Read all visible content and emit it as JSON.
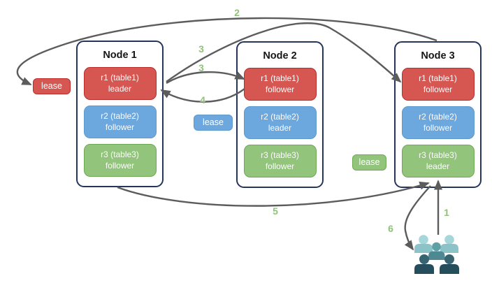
{
  "diagram": {
    "nodes": [
      {
        "title": "Node 1",
        "replicas": [
          {
            "name": "r1 (table1)",
            "role": "leader",
            "color": "red"
          },
          {
            "name": "r2 (table2)",
            "role": "follower",
            "color": "blue"
          },
          {
            "name": "r3 (table3)",
            "role": "follower",
            "color": "green"
          }
        ]
      },
      {
        "title": "Node 2",
        "replicas": [
          {
            "name": "r1 (table1)",
            "role": "follower",
            "color": "red"
          },
          {
            "name": "r2 (table2)",
            "role": "leader",
            "color": "blue"
          },
          {
            "name": "r3 (table3)",
            "role": "follower",
            "color": "green"
          }
        ]
      },
      {
        "title": "Node 3",
        "replicas": [
          {
            "name": "r1 (table1)",
            "role": "follower",
            "color": "red"
          },
          {
            "name": "r2 (table2)",
            "role": "follower",
            "color": "blue"
          },
          {
            "name": "r3 (table3)",
            "role": "leader",
            "color": "green"
          }
        ]
      }
    ],
    "leases": [
      {
        "label": "lease",
        "color": "red"
      },
      {
        "label": "lease",
        "color": "blue"
      },
      {
        "label": "lease",
        "color": "green"
      }
    ],
    "arrow_labels": {
      "step1": "1",
      "step2": "2",
      "step3a": "3",
      "step3b": "3",
      "step4": "4",
      "step5": "5",
      "step6": "6"
    },
    "arrows": [
      {
        "label": "1",
        "from": "clients",
        "to": "node3-r3-leader"
      },
      {
        "label": "2",
        "from": "node3",
        "to": "lease-red"
      },
      {
        "label": "3",
        "from": "node1-r1-leader",
        "to": "node2-r1-follower"
      },
      {
        "label": "3",
        "from": "node1-r1-leader",
        "to": "node3-r1-follower"
      },
      {
        "label": "4",
        "from": "node2-r1-follower",
        "to": "node1-r1-leader"
      },
      {
        "label": "5",
        "from": "node1",
        "to": "node3-r3-leader"
      },
      {
        "label": "6",
        "from": "node3-r3-leader",
        "to": "clients"
      }
    ],
    "colors": {
      "red_fill": "#d65752",
      "red_border": "#bb2d28",
      "blue_fill": "#6ca7dd",
      "blue_border": "#5d99cc",
      "green_fill": "#92c47c",
      "green_border": "#6fa852",
      "node_border": "#24365c",
      "arrow": "#5c5c5c",
      "number": "#90c379"
    },
    "people_icon": {
      "name": "users-group-icon",
      "colors": {
        "light_head": "#a5d6d9",
        "light_body": "#8cc3c8",
        "medium_head": "#5f9fa6",
        "medium_body": "#4e8893",
        "dark_head": "#386471",
        "dark_body": "#254d5c"
      }
    }
  }
}
